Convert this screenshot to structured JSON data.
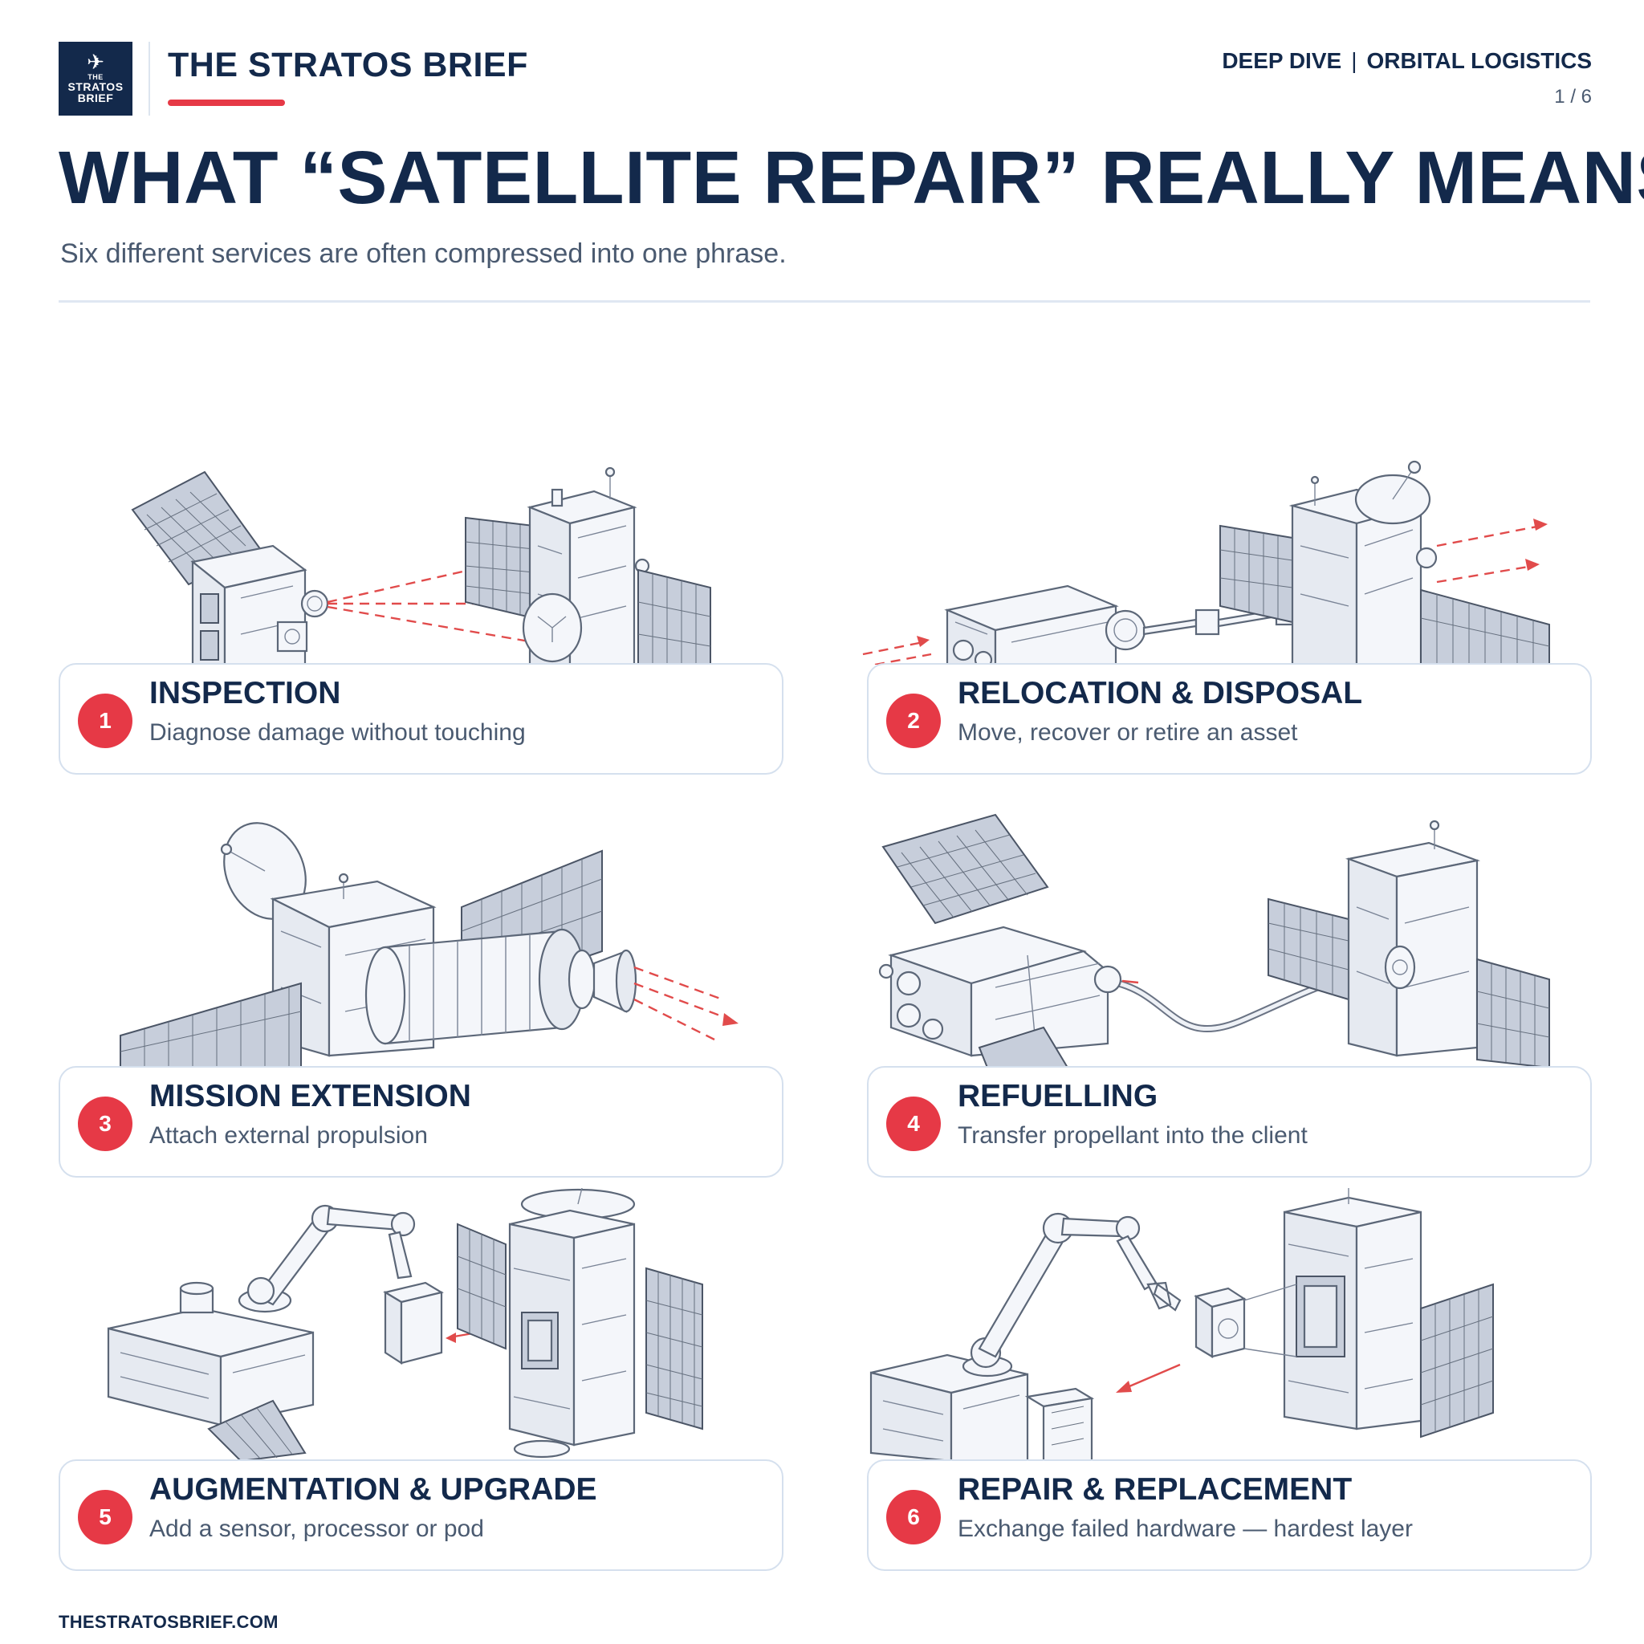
{
  "header": {
    "logo_lines": [
      "THE",
      "STRATOS",
      "BRIEF"
    ],
    "brand": "THE STRATOS BRIEF",
    "tag_left": "DEEP DIVE",
    "tag_sep": "|",
    "tag_right": "ORBITAL LOGISTICS",
    "page": "1 / 6"
  },
  "title": "WHAT “SATELLITE REPAIR” REALLY MEANS",
  "subtitle": "Six different services are often compressed into one phrase.",
  "services": [
    {
      "number": "1",
      "title": "INSPECTION",
      "description": "Diagnose damage without touching"
    },
    {
      "number": "2",
      "title": "RELOCATION & DISPOSAL",
      "description": "Move, recover or retire an asset"
    },
    {
      "number": "3",
      "title": "MISSION EXTENSION",
      "description": "Attach external propulsion"
    },
    {
      "number": "4",
      "title": "REFUELLING",
      "description": "Transfer propellant into the client"
    },
    {
      "number": "5",
      "title": "AUGMENTATION & UPGRADE",
      "description": "Add a sensor, processor or pod"
    },
    {
      "number": "6",
      "title": "REPAIR & REPLACEMENT",
      "description": "Exchange failed hardware — hardest layer"
    }
  ],
  "footer": "THESTRATOSBRIEF.COM",
  "colors": {
    "navy": "#13294b",
    "accent": "#e63946",
    "muted": "#4a5a70",
    "card_border": "#d5e0ee"
  },
  "icons": [
    "airplane-icon"
  ]
}
